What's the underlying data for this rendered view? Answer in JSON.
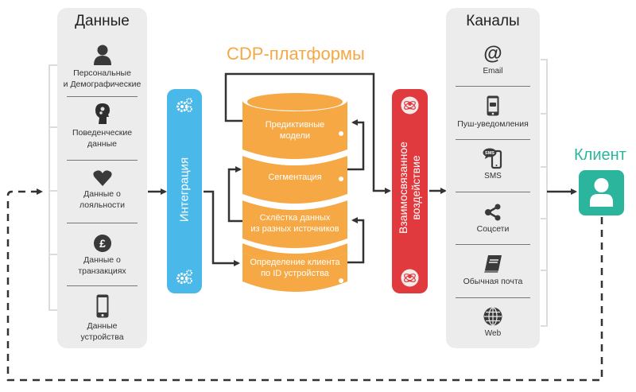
{
  "data_panel": {
    "title": "Данные",
    "items": [
      {
        "icon": "person-icon",
        "line1": "Персональные",
        "line2": "и Демографические"
      },
      {
        "icon": "head-gears-icon",
        "line1": "Поведенческие",
        "line2": "данные"
      },
      {
        "icon": "heart-icon",
        "line1": "Данные о",
        "line2": "лояльности"
      },
      {
        "icon": "pound-coin-icon",
        "line1": "Данные о",
        "line2": "транзакциях"
      },
      {
        "icon": "smartphone-icon",
        "line1": "Данные",
        "line2": "устройства"
      }
    ]
  },
  "integration": {
    "label": "Интеграция",
    "icon": "gears-icon",
    "color": "#4ab8e8"
  },
  "cdp": {
    "title": "CDP-платформы",
    "color": "#f5a843",
    "layers": [
      {
        "line1": "Предиктивные",
        "line2": "модели"
      },
      {
        "line1": "Сегментация",
        "line2": ""
      },
      {
        "line1": "Схлёстка данных",
        "line2": "из разных источников"
      },
      {
        "line1": "Определение клиента",
        "line2": "по ID устройства"
      }
    ]
  },
  "interaction": {
    "line1": "Взаимосвязанное",
    "line2": "воздействие",
    "icon": "atom-person-icon",
    "color": "#e03a3e"
  },
  "channels_panel": {
    "title": "Каналы",
    "items": [
      {
        "icon": "at-sign-icon",
        "label": "Email"
      },
      {
        "icon": "phone-push-icon",
        "label": "Пуш-уведомления"
      },
      {
        "icon": "sms-phone-icon",
        "label": "SMS"
      },
      {
        "icon": "share-icon",
        "label": "Соцсети"
      },
      {
        "icon": "book-icon",
        "label": "Обычная почта"
      },
      {
        "icon": "globe-icon",
        "label": "Web"
      }
    ]
  },
  "client": {
    "title": "Клиент",
    "icon": "user-icon",
    "color": "#2bb59c"
  }
}
